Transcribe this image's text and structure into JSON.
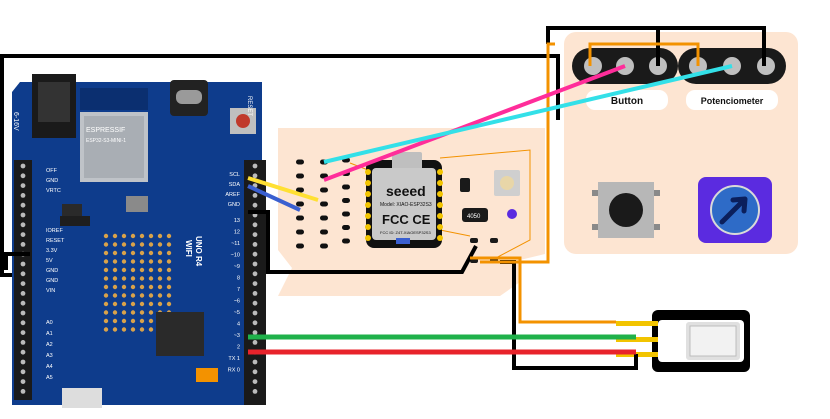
{
  "arduino": {
    "chip_brand": "ESPRESSIF",
    "chip_model": "ESP32-S3-MINI-1",
    "power_label": "6-16V",
    "reset_label": "RESET",
    "board_name_1": "UNO R4",
    "board_name_2": "WIFI",
    "left_pins": [
      "OFF",
      "GND",
      "VRTC",
      "IOREF",
      "RESET",
      "3.3V",
      "5V",
      "GND",
      "GND",
      "VIN",
      "A0",
      "A1",
      "A2",
      "A3",
      "A4",
      "A5"
    ],
    "right_pins": [
      "SCL",
      "SDA",
      "AREF",
      "GND",
      "13",
      "12",
      "~11",
      "~10",
      "~9",
      "8",
      "7",
      "~6",
      "~5",
      "4",
      "~3",
      "2",
      "TX 1",
      "RX 0"
    ]
  },
  "xiao": {
    "brand": "seeed",
    "model": "Model: XIAO-ESP32S3",
    "cert": "FCC CE",
    "fcc_id": "FCC ID: Z4T-XIAOESP32S3"
  },
  "components": {
    "button_label": "Button",
    "pot_label": "Potenciometer",
    "ic_label": "4050"
  },
  "colors": {
    "black_wire": "#000000",
    "orange_wire": "#f39200",
    "pink_wire": "#ff2d9a",
    "cyan_wire": "#33e0e8",
    "yellow_wire": "#ffe033",
    "blue_wire": "#3a5fd0",
    "green_wire": "#1fb14a",
    "red_wire": "#e8232b",
    "board_blue": "#0e3c8c",
    "pcb_peach": "#fde5d2",
    "pot_purple": "#5b2be0"
  }
}
